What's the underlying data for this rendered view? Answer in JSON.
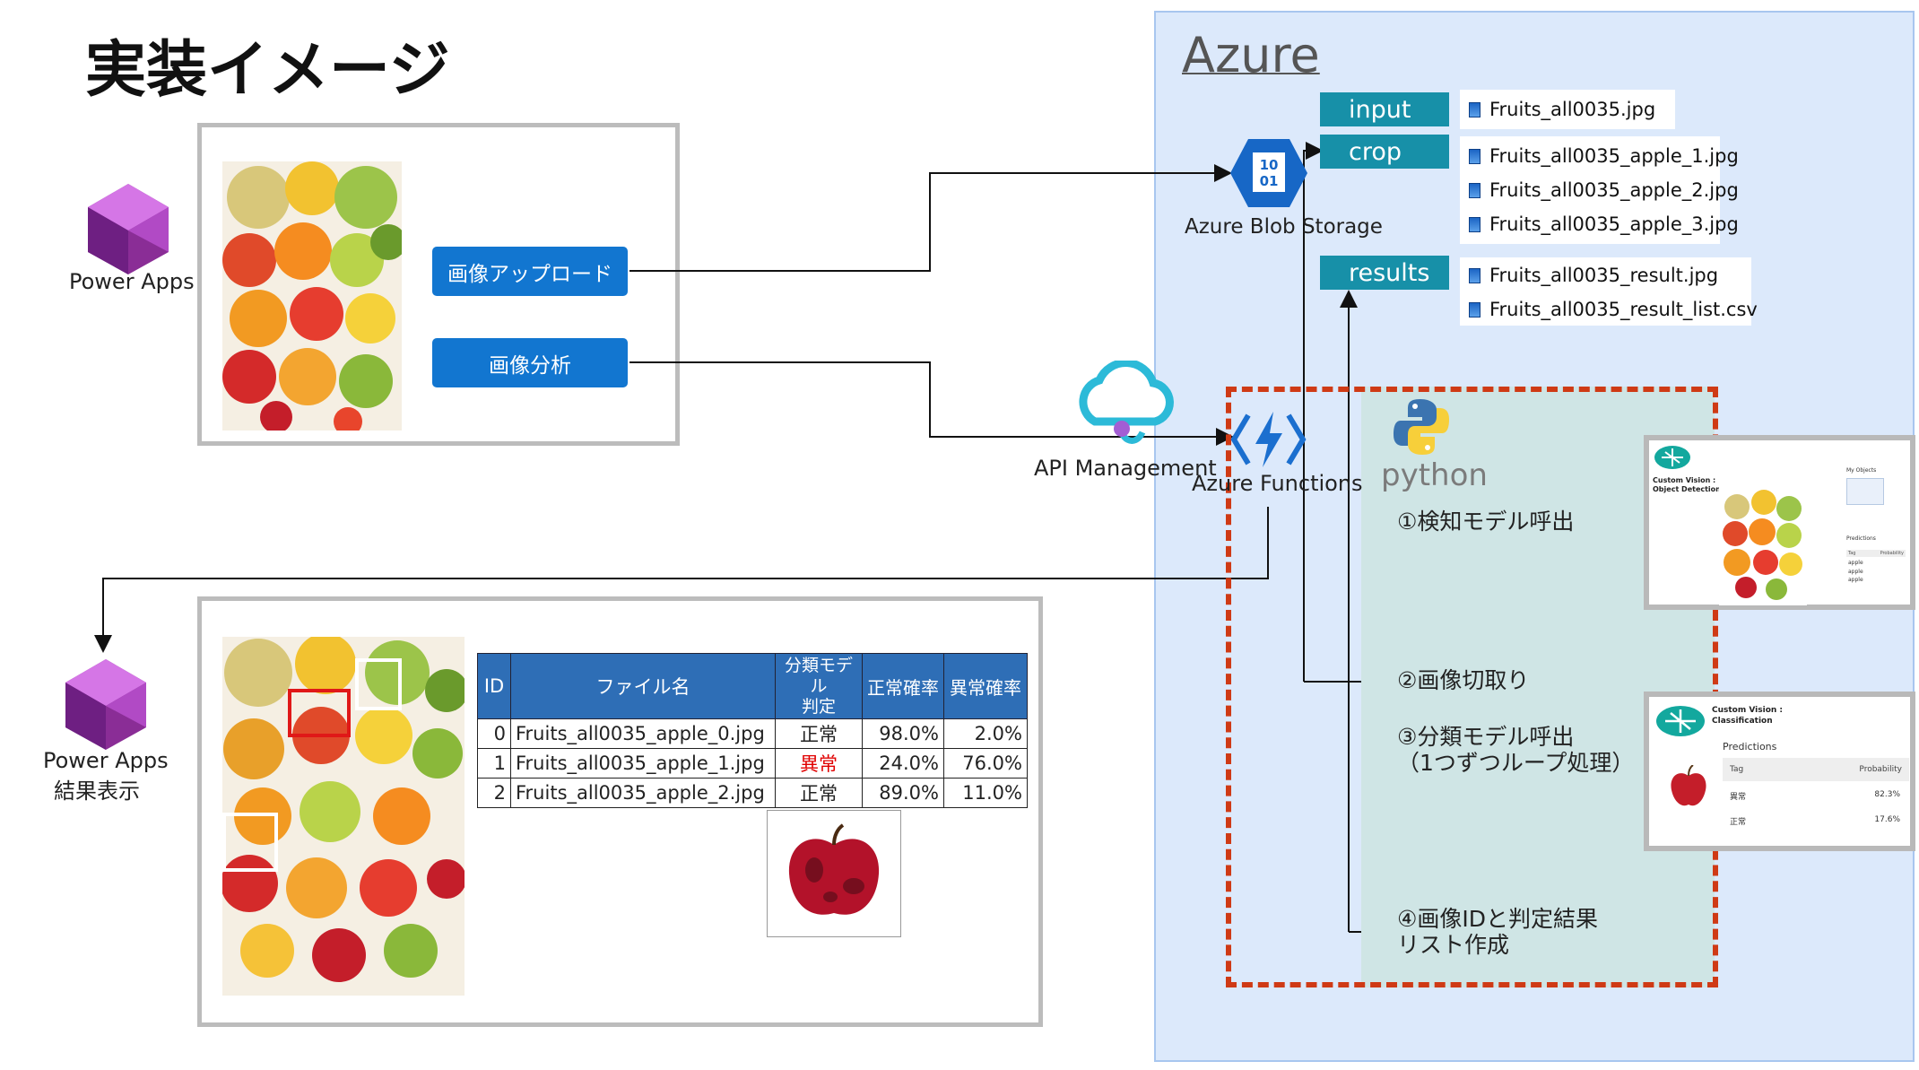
{
  "title": "実装イメージ",
  "azure": {
    "label": "Azure"
  },
  "power_apps": {
    "label": "Power Apps",
    "result_label_1": "Power Apps",
    "result_label_2": "結果表示"
  },
  "buttons": {
    "upload": "画像アップロード",
    "analyze": "画像分析"
  },
  "services": {
    "api_management": "API Management",
    "azure_functions": "Azure Functions",
    "blob_storage": "Azure Blob Storage",
    "blob_icon_top": "10",
    "blob_icon_bottom": "01",
    "python": "python"
  },
  "containers": {
    "input": {
      "label": "input",
      "files": [
        "Fruits_all0035.jpg"
      ]
    },
    "crop": {
      "label": "crop",
      "files": [
        "Fruits_all0035_apple_1.jpg",
        "Fruits_all0035_apple_2.jpg",
        "Fruits_all0035_apple_3.jpg"
      ]
    },
    "results": {
      "label": "results",
      "files": [
        "Fruits_all0035_result.jpg",
        "Fruits_all0035_result_list.csv"
      ]
    }
  },
  "steps": {
    "s1": "①検知モデル呼出",
    "s2": "②画像切取り",
    "s3a": "③分類モデル呼出",
    "s3b": "（1つずつループ処理）",
    "s4a": "④画像IDと判定結果",
    "s4b": "リスト作成"
  },
  "cv_detection": {
    "title_1": "Custom Vision :",
    "title_2": "Object Detection",
    "objects_label": "My Objects",
    "predictions_label": "Predictions",
    "tag_col": "Tag",
    "prob_col": "Probability",
    "tags": [
      "apple",
      "apple",
      "apple"
    ]
  },
  "cv_classification": {
    "title_1": "Custom Vision :",
    "title_2": "Classification",
    "predictions_label": "Predictions",
    "tag_col": "Tag",
    "prob_col": "Probability",
    "rows": [
      {
        "tag": "異常",
        "prob": "82.3%"
      },
      {
        "tag": "正常",
        "prob": "17.6%"
      }
    ]
  },
  "result_table": {
    "headers": [
      "ID",
      "ファイル名",
      "分類モデル\n判定",
      "正常確率",
      "異常確率"
    ],
    "rows": [
      {
        "id": "0",
        "file": "Fruits_all0035_apple_0.jpg",
        "judge": "正常",
        "normal": "98.0%",
        "abnormal": "2.0%",
        "alert": false
      },
      {
        "id": "1",
        "file": "Fruits_all0035_apple_1.jpg",
        "judge": "異常",
        "normal": "24.0%",
        "abnormal": "76.0%",
        "alert": true
      },
      {
        "id": "2",
        "file": "Fruits_all0035_apple_2.jpg",
        "judge": "正常",
        "normal": "89.0%",
        "abnormal": "11.0%",
        "alert": false
      }
    ]
  },
  "colors": {
    "button_blue": "#1276d0",
    "container_teal": "#1790a8",
    "azure_bg": "#dce9fb",
    "dashed_red": "#cf3a15",
    "table_header": "#2e6eb6",
    "alert_red": "#e00000"
  }
}
